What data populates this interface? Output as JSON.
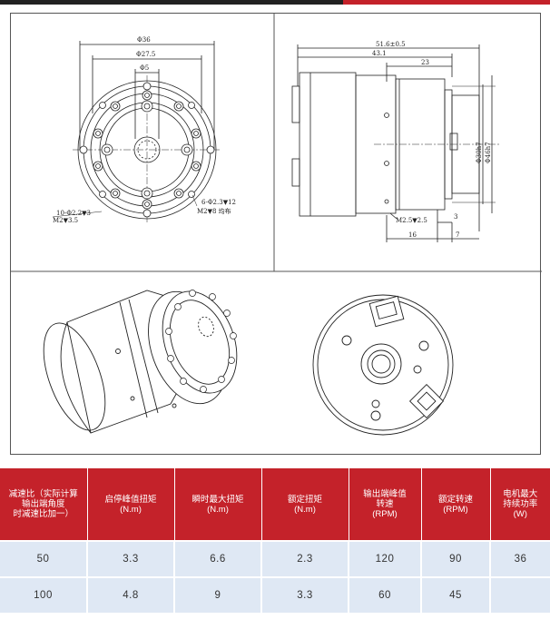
{
  "drawing": {
    "front_dims": {
      "d36": "Φ36",
      "d27_5": "Φ27.5",
      "d5": "Φ5",
      "holes_right_a": "6-Φ2.3▼12",
      "holes_right_b": "M2▼8 均布",
      "holes_left_a": "10-Φ2.2▼3",
      "holes_left_b": "M2▼3.5"
    },
    "side_dims": {
      "len_total": "51.6±0.5",
      "len_body": "43.1",
      "len_front": "23",
      "dia_inner": "Φ30h7",
      "dia_outer": "Φ46h7",
      "thread": "M2.5▼2.5",
      "len_3": "3",
      "len_16": "16",
      "len_7": "7"
    }
  },
  "table": {
    "headers": [
      "减速比（实际计算\n输出端角度\n时减速比加一）",
      "启停峰值扭矩\n(N.m)",
      "瞬时最大扭矩\n(N.m)",
      "额定扭矩\n(N.m)",
      "输出端峰值\n转速\n(RPM)",
      "额定转速\n(RPM)",
      "电机最大\n持续功率\n(W)"
    ],
    "rows": [
      [
        "50",
        "3.3",
        "6.6",
        "2.3",
        "120",
        "90",
        "36"
      ],
      [
        "100",
        "4.8",
        "9",
        "3.3",
        "60",
        "45",
        ""
      ]
    ]
  }
}
